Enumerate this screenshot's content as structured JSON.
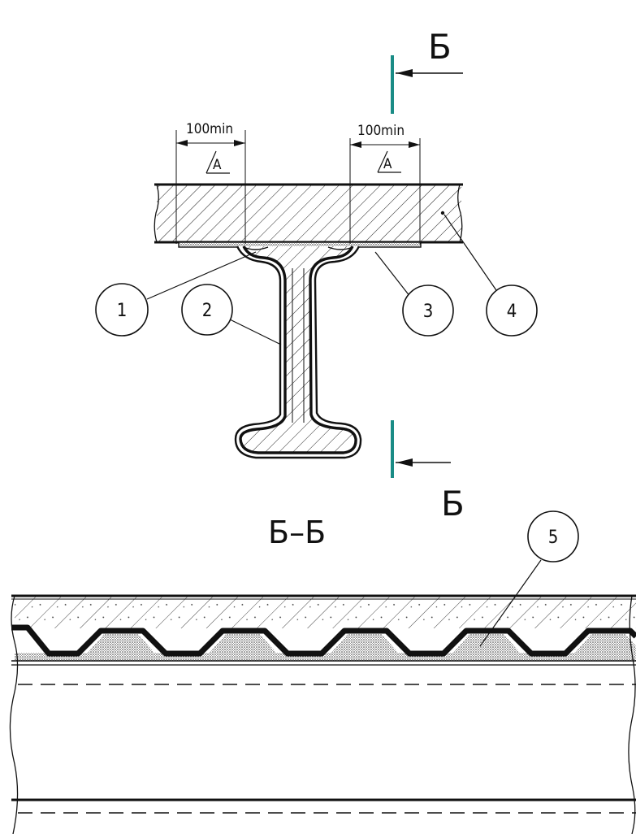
{
  "section_marks": {
    "top_letter": "Б",
    "bottom_letter": "Б",
    "line_color": "#1a8c86"
  },
  "dimensions": [
    {
      "label": "100min",
      "weld_symbol": "A"
    },
    {
      "label": "100min",
      "weld_symbol": "A"
    }
  ],
  "callouts": [
    {
      "number": "1"
    },
    {
      "number": "2"
    },
    {
      "number": "3"
    },
    {
      "number": "4"
    },
    {
      "number": "5"
    }
  ],
  "section_title": "Б–Б"
}
